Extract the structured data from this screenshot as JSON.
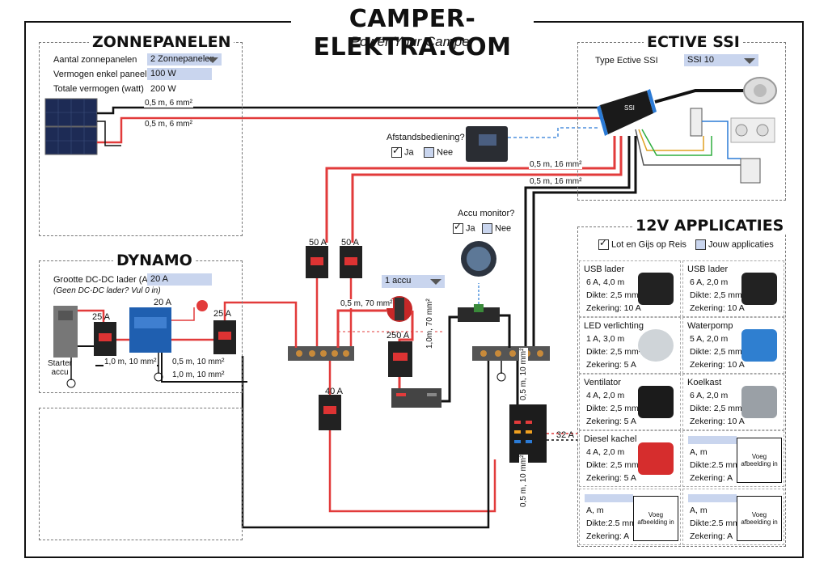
{
  "header": {
    "title": "CAMPER-ELEKTRA.COM",
    "subtitle": "Power Your Camper"
  },
  "zonnepanelen": {
    "title": "ZONNEPANELEN",
    "count_label": "Aantal zonnepanelen",
    "count_value": "2 Zonnepanelen",
    "power_label": "Vermogen enkel paneel",
    "power_value": "100 W",
    "total_label": "Totale vermogen (watt)",
    "total_value": "200 W",
    "wire1": "0,5 m, 6 mm²",
    "wire2": "0,5 m, 6 mm²"
  },
  "ssi": {
    "title": "ECTIVE SSI",
    "type_label": "Type Ective SSI",
    "type_value": "SSI 10",
    "wire1": "0,5 m, 16 mm²",
    "wire2": "0,5 m, 16 mm²"
  },
  "remote": {
    "question": "Afstandsbediening?",
    "yes": "Ja",
    "no": "Nee"
  },
  "monitor": {
    "question": "Accu monitor?",
    "yes": "Ja",
    "no": "Nee"
  },
  "dynamo": {
    "title": "DYNAMO",
    "dcdc_label": "Grootte DC-DC lader (A)",
    "dcdc_hint": "(Geen DC-DC lader? Vul 0 in)",
    "dcdc_value": "20 A",
    "starter_label": "Starter accu",
    "charger_amp": "20 A",
    "fuse_left": "25 A",
    "fuse_right": "25 A",
    "wire1": "1,0 m, 10 mm²",
    "wire2": "0,5 m, 10 mm²",
    "wire3": "1,0 m, 10 mm²"
  },
  "center": {
    "fuse50a": "50 A",
    "fuse50b": "50 A",
    "battery_select": "1 accu",
    "wire70": "0,5 m, 70 mm²",
    "fuse250": "250 A",
    "wire70v": "1,0m, 70 mm²",
    "fuse40": "40 A",
    "wire10a": "0,5 m, 10 mm²",
    "wire10b": "0,5 m, 10 mm²",
    "fuse32": "32 A"
  },
  "apps": {
    "title": "12V APPLICATIES",
    "opt1": "Lot en Gijs op Reis",
    "opt2": "Jouw applicaties",
    "items": [
      {
        "name": "USB lader",
        "spec": "6 A,   4,0 m",
        "dikte": "Dikte: 2,5 mm²",
        "zekering": "Zekering:   10 A"
      },
      {
        "name": "USB lader",
        "spec": "6 A,   2,0 m",
        "dikte": "Dikte: 2,5 mm²",
        "zekering": "Zekering:   10 A"
      },
      {
        "name": "LED verlichting",
        "spec": "1 A,   3,0 m",
        "dikte": "Dikte: 2,5 mm²",
        "zekering": "Zekering:     5 A"
      },
      {
        "name": "Waterpomp",
        "spec": "5 A,   2,0 m",
        "dikte": "Dikte: 2,5 mm²",
        "zekering": "Zekering:   10 A"
      },
      {
        "name": "Ventilator",
        "spec": "4 A,   2,0 m",
        "dikte": "Dikte: 2,5 mm²",
        "zekering": "Zekering:     5 A"
      },
      {
        "name": "Koelkast",
        "spec": "6 A,   2,0 m",
        "dikte": "Dikte: 2,5 mm²",
        "zekering": "Zekering:   10 A"
      },
      {
        "name": "Diesel kachel",
        "spec": "4 A,   2,0 m",
        "dikte": "Dikte: 2,5 mm²",
        "zekering": "Zekering:     5 A"
      },
      {
        "name": "",
        "spec": "A,      m",
        "dikte": "Dikte:2.5 mm²",
        "zekering": "Zekering:      A",
        "placeholder": "Voeg afbeelding in"
      },
      {
        "name": "",
        "spec": "A,      m",
        "dikte": "Dikte:2.5 mm²",
        "zekering": "Zekering:      A",
        "placeholder": "Voeg afbeelding in"
      },
      {
        "name": "",
        "spec": "A,      m",
        "dikte": "Dikte:2.5 mm²",
        "zekering": "Zekering:      A",
        "placeholder": "Voeg afbeelding in"
      }
    ]
  },
  "colors": {
    "red": "#e23b3b",
    "black": "#111111",
    "blue": "#2b7bd6",
    "field": "#c9d5ee"
  }
}
